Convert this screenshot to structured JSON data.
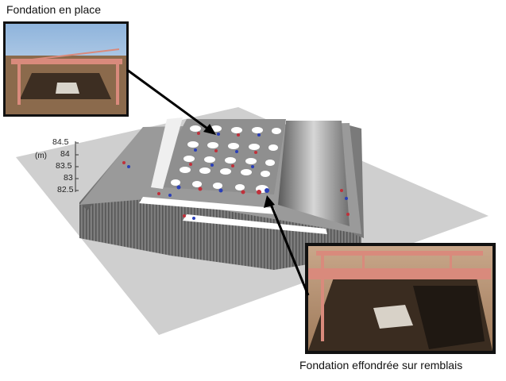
{
  "captions": {
    "top": "Fondation en place",
    "bottom": "Fondation effondrée sur remblais"
  },
  "axis": {
    "unit": "(m)",
    "ticks": [
      "84.5",
      "84",
      "83.5",
      "83",
      "82.5"
    ]
  },
  "colors": {
    "ground_plane": "#cfcfcf",
    "model_grey": "#8a8a8a",
    "photo_frame": "#111111",
    "leader_arrow": "#000000",
    "anomaly_red": "#c0303a",
    "anomaly_blue": "#2a3fb8"
  }
}
